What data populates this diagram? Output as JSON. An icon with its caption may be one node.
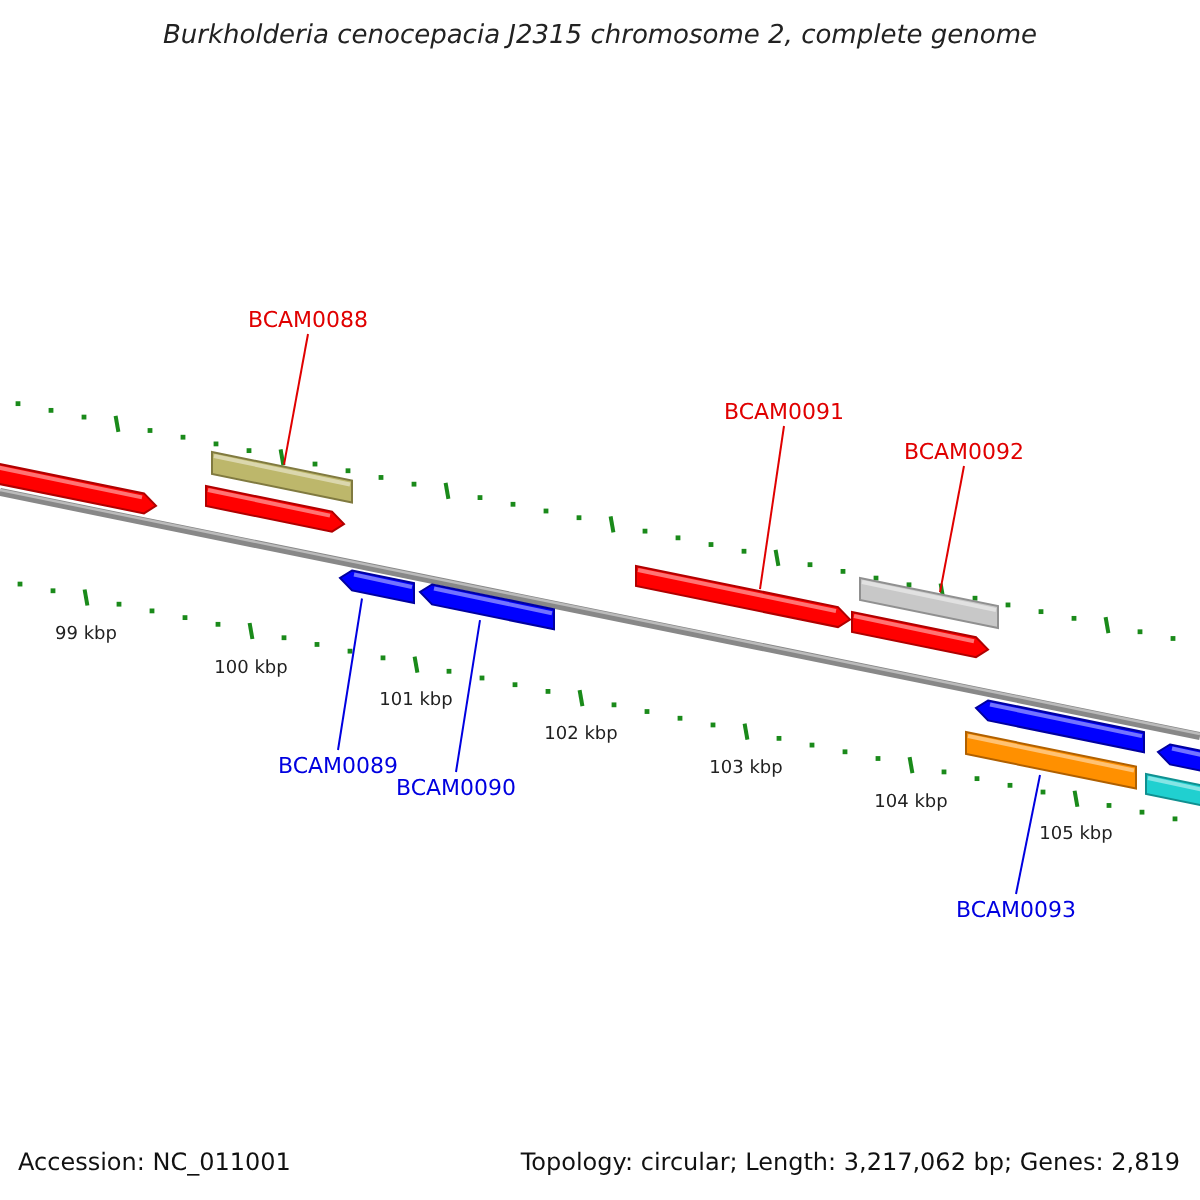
{
  "diagram": {
    "title": "Burkholderia cenocepacia J2315 chromosome 2, complete genome",
    "nodes": [
      {
        "text": [
          "BCAM0088"
        ]
      },
      {
        "text": [],
        "shape": "bar"
      },
      {
        "text": [
          "BCAM0091"
        ]
      },
      {
        "text": [],
        "shape": "bar"
      },
      {
        "text": [
          "BCAM0092"
        ]
      },
      {
        "text": [],
        "shape": "bar"
      },
      {
        "text": [
          "BCAM0089"
        ]
      },
      {
        "text": [],
        "shape": "bar"
      },
      {
        "text": [
          "BCAM0090"
        ]
      },
      {
        "text": [],
        "shape": "bar"
      },
      {
        "text": [
          "BCAM0093"
        ]
      },
      {
        "text": [],
        "shape": "bar"
      },
      {
        "text": [],
        "shape": "bar"
      },
      {
        "text": [],
        "shape": "bar"
      },
      {
        "text": [],
        "shape": "bar"
      },
      {
        "text": [],
        "shape": "bar"
      },
      {
        "text": [],
        "shape": "bar"
      },
      {
        "text": [],
        "shape": "bar"
      }
    ],
    "edges": [
      {
        "from": 0,
        "to": 1,
        "arrow": "none",
        "color": "#e00000"
      },
      {
        "from": 2,
        "to": 3,
        "arrow": "none",
        "color": "#e00000"
      },
      {
        "from": 4,
        "to": 5,
        "arrow": "none",
        "color": "#e00000"
      },
      {
        "from": 6,
        "to": 7,
        "arrow": "none",
        "color": "#0000e0"
      },
      {
        "from": 8,
        "to": 9,
        "arrow": "none",
        "color": "#0000e0"
      },
      {
        "from": 10,
        "to": 11,
        "arrow": "none",
        "color": "#0000e0"
      }
    ],
    "labels": [
      "99 kbp",
      "100 kbp",
      "101 kbp",
      "102 kbp",
      "103 kbp",
      "104 kbp",
      "105 kbp",
      "Accession: NC_011001",
      "Topology: circular; Length: 3,217,062 bp; Genes: 2,819"
    ]
  }
}
